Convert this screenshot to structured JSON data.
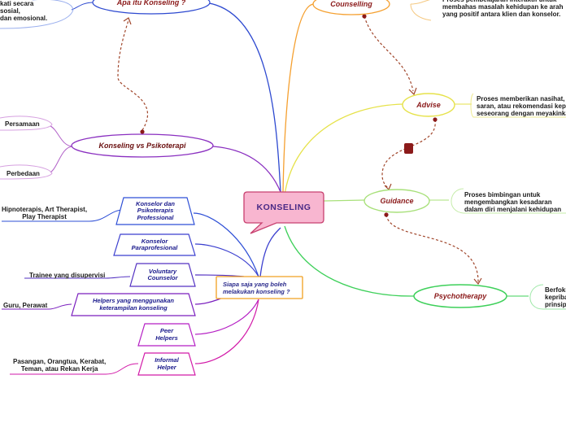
{
  "central": {
    "title": "KONSELING",
    "fill": "#f8b6d0",
    "stroke": "#c8406f"
  },
  "top_left": {
    "heading": "Apa itu Konseling ?",
    "text": "kati secara\nsosial,\ndan emosional."
  },
  "comparison": {
    "heading": "Konseling vs Psikoterapi",
    "items": [
      "Persamaan",
      "Perbedaan"
    ]
  },
  "who": {
    "heading": "Siapa saja yang boleh\nmelakukan konseling ?",
    "roles": [
      {
        "name": "Konselor dan\nPsikoterapis\nProfessional",
        "example": "Hipnoterapis, Art Therapist,\nPlay Therapist",
        "color": "#2e4fd6"
      },
      {
        "name": "Konselor\nParaprofesional",
        "example": "",
        "color": "#3b3fcf"
      },
      {
        "name": "Voluntary\nCounselor",
        "example": "Trainee yang disupervisi",
        "color": "#5331c2"
      },
      {
        "name": "Helpers yang menggunakan\nketerampilan konseling",
        "example": "Guru, Perawat",
        "color": "#7a1fbe"
      },
      {
        "name": "Peer\nHelpers",
        "example": "",
        "color": "#b51fc4"
      },
      {
        "name": "Informal\nHelper",
        "example": "Pasangan, Orangtua, Kerabat,\nTeman, atau Rekan Kerja",
        "color": "#d21aa8"
      }
    ]
  },
  "right_nodes": [
    {
      "label": "Counselling",
      "desc": "Proses pembelajaran interaktif untuk\nmembahas masalah kehidupan ke arah\nyang positif antara klien dan konselor.",
      "color": "#f5a030"
    },
    {
      "label": "Advise",
      "desc": "Proses memberikan nasihat,\nsaran, atau rekomendasi kepada\nseseorang dengan meyakinkan",
      "color": "#e6e24a"
    },
    {
      "label": "Guidance",
      "desc": "Proses bimbingan untuk\nmengembangkan kesadaran\ndalam diri menjalani kehidupan",
      "color": "#a8e07a"
    },
    {
      "label": "Psychotherapy",
      "desc": "Berfokus\nkepribadian\nprinsip",
      "color": "#3ed05a"
    }
  ],
  "colors": {
    "text_dark": "#1a1a1a",
    "node_red": "#8b1a1a",
    "connector": "#a0452a"
  }
}
